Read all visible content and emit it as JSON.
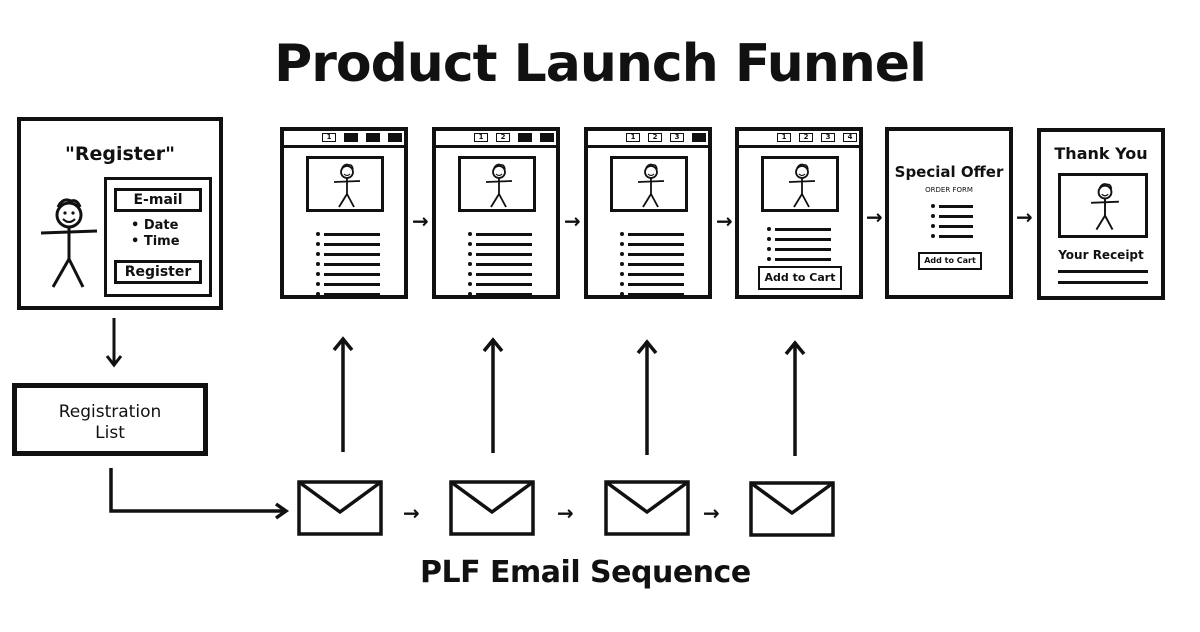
{
  "title": "Product Launch Funnel",
  "registration_page": {
    "heading": "\"Register\"",
    "email_field": "E-mail",
    "bullets": [
      "• Date",
      "• Time"
    ],
    "register_button": "Register"
  },
  "registration_list": {
    "line1": "Registration",
    "line2": "List"
  },
  "content_pages": [
    {
      "tabs": [
        {
          "label": "1",
          "filled": false
        },
        {
          "label": "",
          "filled": true
        },
        {
          "label": "",
          "filled": true
        },
        {
          "label": "",
          "filled": true
        }
      ],
      "bullet_count": 7
    },
    {
      "tabs": [
        {
          "label": "1",
          "filled": false
        },
        {
          "label": "2",
          "filled": false
        },
        {
          "label": "",
          "filled": true
        },
        {
          "label": "",
          "filled": true
        }
      ],
      "bullet_count": 7
    },
    {
      "tabs": [
        {
          "label": "1",
          "filled": false
        },
        {
          "label": "2",
          "filled": false
        },
        {
          "label": "3",
          "filled": false
        },
        {
          "label": "",
          "filled": true
        }
      ],
      "bullet_count": 7
    },
    {
      "tabs": [
        {
          "label": "1",
          "filled": false
        },
        {
          "label": "2",
          "filled": false
        },
        {
          "label": "3",
          "filled": false
        },
        {
          "label": "4",
          "filled": false
        }
      ],
      "bullet_count": 4,
      "cta": "Add to Cart"
    }
  ],
  "special_offer_page": {
    "heading": "Special Offer",
    "subheading": "ORDER FORM",
    "bullet_count": 4,
    "cta": "Add to Cart"
  },
  "thank_you_page": {
    "heading": "Thank You",
    "receipt_label": "Your Receipt"
  },
  "email_sequence": {
    "label": "PLF Email Sequence",
    "email_count": 4,
    "icon": "envelope-icon"
  },
  "colors": {
    "ink": "#111111",
    "background": "#ffffff"
  }
}
